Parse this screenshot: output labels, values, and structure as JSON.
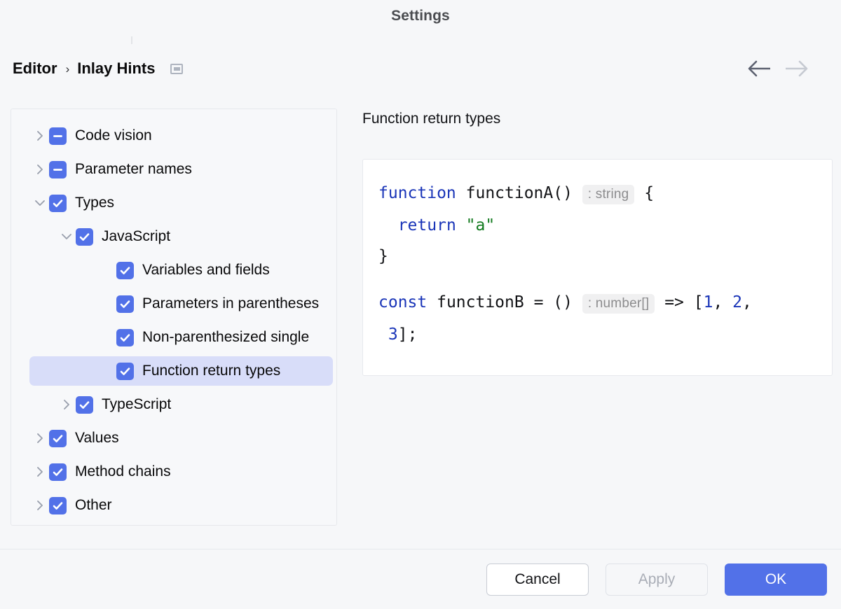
{
  "window": {
    "title": "Settings"
  },
  "breadcrumb": {
    "root": "Editor",
    "separator": "›",
    "current": "Inlay Hints",
    "window_icon": "window-icon"
  },
  "nav": {
    "back_icon": "arrow-left-icon",
    "back_enabled": true,
    "forward_icon": "arrow-right-icon",
    "forward_enabled": false
  },
  "tree": {
    "items": [
      {
        "label": "Code vision",
        "level": 0,
        "chevron": "right",
        "check": "indeterminate",
        "selected": false
      },
      {
        "label": "Parameter names",
        "level": 0,
        "chevron": "right",
        "check": "indeterminate",
        "selected": false
      },
      {
        "label": "Types",
        "level": 0,
        "chevron": "down",
        "check": "checked",
        "selected": false
      },
      {
        "label": "JavaScript",
        "level": 1,
        "chevron": "down",
        "check": "checked",
        "selected": false
      },
      {
        "label": "Variables and fields",
        "level": 2,
        "chevron": "none",
        "check": "checked",
        "selected": false
      },
      {
        "label": "Parameters in parentheses",
        "level": 2,
        "chevron": "none",
        "check": "checked",
        "selected": false
      },
      {
        "label": "Non-parenthesized single",
        "level": 2,
        "chevron": "none",
        "check": "checked",
        "selected": false
      },
      {
        "label": "Function return types",
        "level": 2,
        "chevron": "none",
        "check": "checked",
        "selected": true
      },
      {
        "label": "TypeScript",
        "level": 1,
        "chevron": "right",
        "check": "checked",
        "selected": false
      },
      {
        "label": "Values",
        "level": 0,
        "chevron": "right",
        "check": "checked",
        "selected": false
      },
      {
        "label": "Method chains",
        "level": 0,
        "chevron": "right",
        "check": "checked",
        "selected": false
      },
      {
        "label": "Other",
        "level": 0,
        "chevron": "right",
        "check": "checked",
        "selected": false
      }
    ]
  },
  "detail": {
    "title": "Function return types",
    "code": {
      "block_a": {
        "l1_kw": "function",
        "l1_name": " functionA() ",
        "l1_hint": ": string",
        "l1_tail": " {",
        "l2_indent": "  ",
        "l2_kw": "return",
        "l2_str": "\"a\"",
        "l3": "}"
      },
      "block_b": {
        "l1_kw": "const",
        "l1_name": " functionB = () ",
        "l1_hint": ": number[]",
        "l1_tail": " => [",
        "l1_n1": "1",
        "l1_sep1": ", ",
        "l1_n2": "2",
        "l1_sep2": ",",
        "l2_indent": " ",
        "l2_n3": "3",
        "l2_tail": "];"
      }
    }
  },
  "footer": {
    "cancel_label": "Cancel",
    "apply_label": "Apply",
    "apply_enabled": false,
    "ok_label": "OK"
  },
  "colors": {
    "accent": "#5271e8",
    "selection": "#d8ddf9",
    "background": "#f6f7f9",
    "panel_border": "#e6e8ec",
    "keyword": "#1a35b8",
    "string": "#127a1e",
    "hint_text": "#8c8c8e",
    "hint_bg": "#f0f0f1"
  }
}
